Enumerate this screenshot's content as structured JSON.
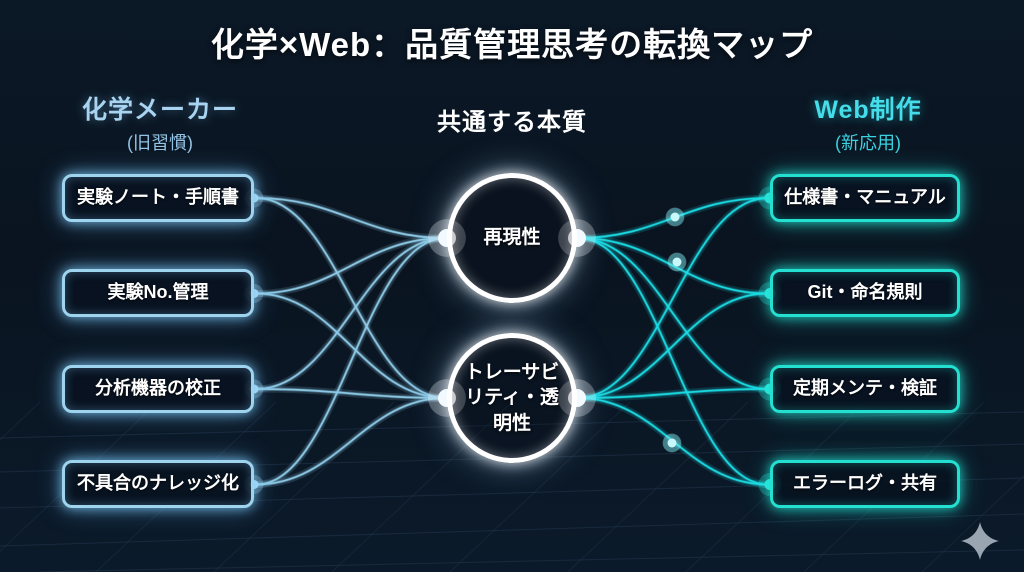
{
  "title": "化学×Web：品質管理思考の転換マップ",
  "columns": {
    "left": {
      "title": "化学メーカー",
      "subtitle": "(旧習慣)",
      "items": [
        "実験ノート・手順書",
        "実験No.管理",
        "分析機器の校正",
        "不具合のナレッジ化"
      ]
    },
    "center": {
      "title": "共通する本質",
      "nodes": [
        "再現性",
        "トレーサビリティ・透明性"
      ]
    },
    "right": {
      "title": "Web制作",
      "subtitle": "(新応用)",
      "items": [
        "仕様書・マニュアル",
        "Git・命名規則",
        "定期メンテ・検証",
        "エラーログ・共有"
      ]
    }
  },
  "edges": {
    "left_to_center": [
      [
        0,
        0
      ],
      [
        0,
        1
      ],
      [
        1,
        0
      ],
      [
        1,
        1
      ],
      [
        2,
        0
      ],
      [
        2,
        1
      ],
      [
        3,
        0
      ],
      [
        3,
        1
      ]
    ],
    "center_to_right": [
      [
        0,
        0
      ],
      [
        0,
        1
      ],
      [
        0,
        2
      ],
      [
        0,
        3
      ],
      [
        1,
        0
      ],
      [
        1,
        1
      ],
      [
        1,
        2
      ],
      [
        1,
        3
      ]
    ]
  },
  "icons": {
    "sparkle": "sparkle-icon"
  },
  "colors": {
    "background": "#0a1522",
    "left_accent": "#9fd4ef",
    "right_accent": "#23e0d1",
    "left_line": "#8ecbe8",
    "right_line": "#1bdce4",
    "circle_ring": "#ffffff",
    "grid": "#24384f",
    "sparkle": "#9aa5b2",
    "title_text": "#ffffff"
  }
}
